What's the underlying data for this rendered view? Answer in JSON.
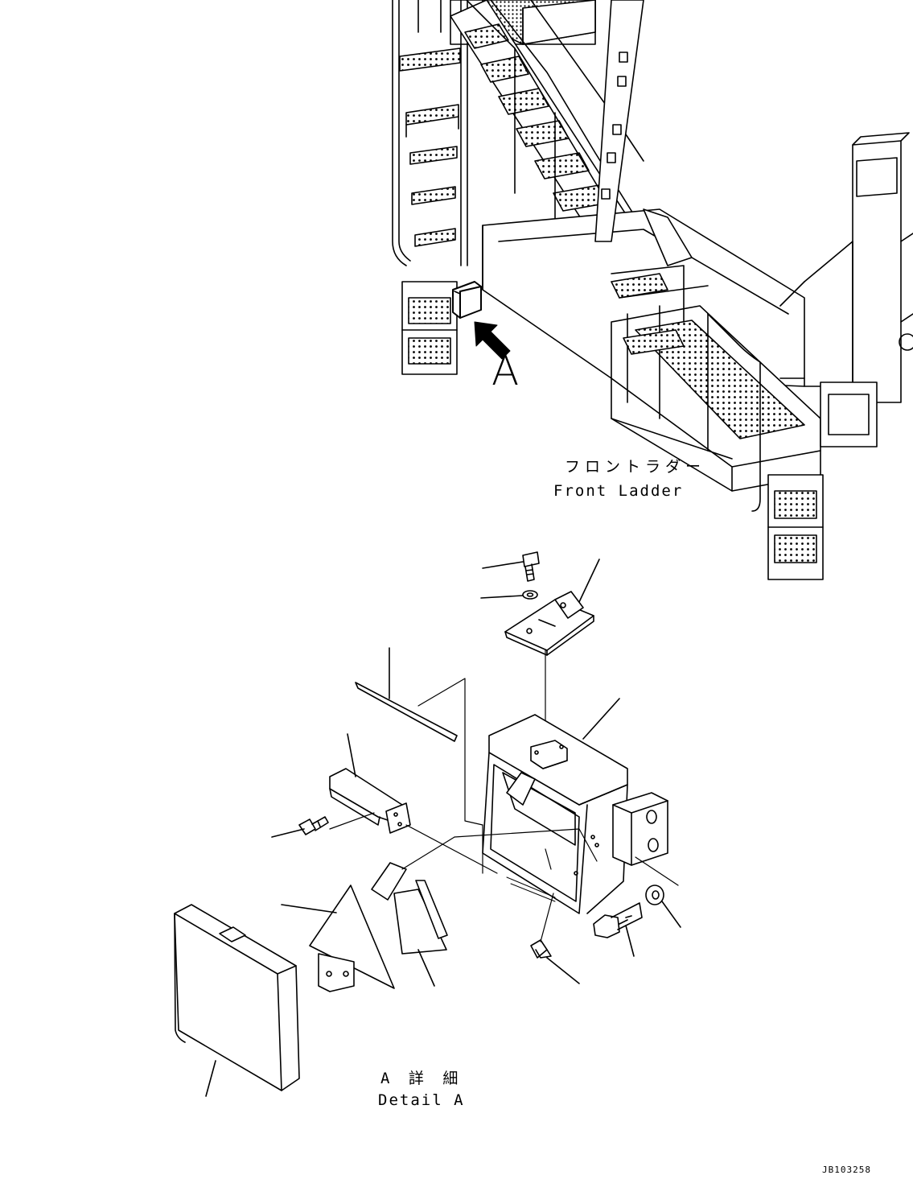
{
  "view_marker": "A",
  "front_ladder": {
    "jp": "フロントラダー",
    "en": "Front Ladder"
  },
  "detail": {
    "jp": "A 詳 細",
    "en": "Detail A"
  },
  "drawing_code": "JB103258",
  "colors": {
    "line": "#000000",
    "background": "#ffffff"
  }
}
